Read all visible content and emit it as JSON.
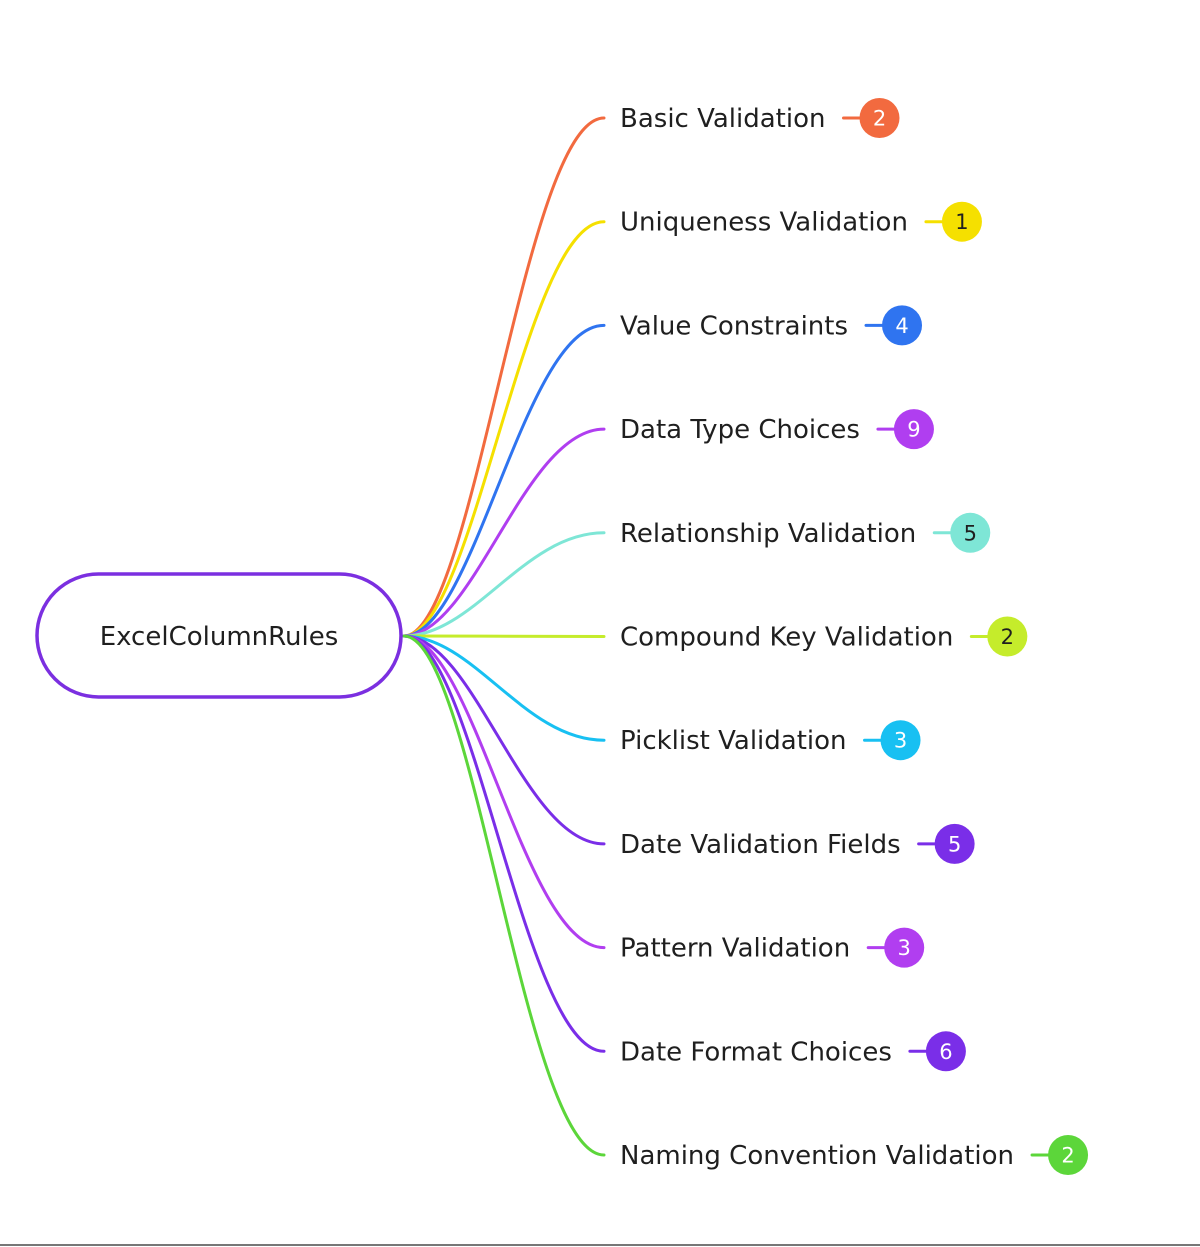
{
  "root": {
    "label": "ExcelColumnRules",
    "color": "#7b2fe0"
  },
  "branches": [
    {
      "label": "Basic Validation",
      "count": "2",
      "color": "#f26a3f",
      "text_color": "#ffffff"
    },
    {
      "label": "Uniqueness Validation",
      "count": "1",
      "color": "#f5e000",
      "text_color": "#1f1f1f"
    },
    {
      "label": "Value Constraints",
      "count": "4",
      "color": "#2f74f0",
      "text_color": "#ffffff"
    },
    {
      "label": "Data Type Choices",
      "count": "9",
      "color": "#b03ef0",
      "text_color": "#ffffff"
    },
    {
      "label": "Relationship Validation",
      "count": "5",
      "color": "#7ee6d6",
      "text_color": "#1f1f1f"
    },
    {
      "label": "Compound Key Validation",
      "count": "2",
      "color": "#c5ec2b",
      "text_color": "#1f1f1f"
    },
    {
      "label": "Picklist Validation",
      "count": "3",
      "color": "#18c0f2",
      "text_color": "#ffffff"
    },
    {
      "label": "Date Validation Fields",
      "count": "5",
      "color": "#7a2ee8",
      "text_color": "#ffffff"
    },
    {
      "label": "Pattern Validation",
      "count": "3",
      "color": "#b13ef0",
      "text_color": "#ffffff"
    },
    {
      "label": "Date Format Choices",
      "count": "6",
      "color": "#7a2ee8",
      "text_color": "#ffffff"
    },
    {
      "label": "Naming Convention Validation",
      "count": "2",
      "color": "#5cd63a",
      "text_color": "#ffffff"
    }
  ]
}
